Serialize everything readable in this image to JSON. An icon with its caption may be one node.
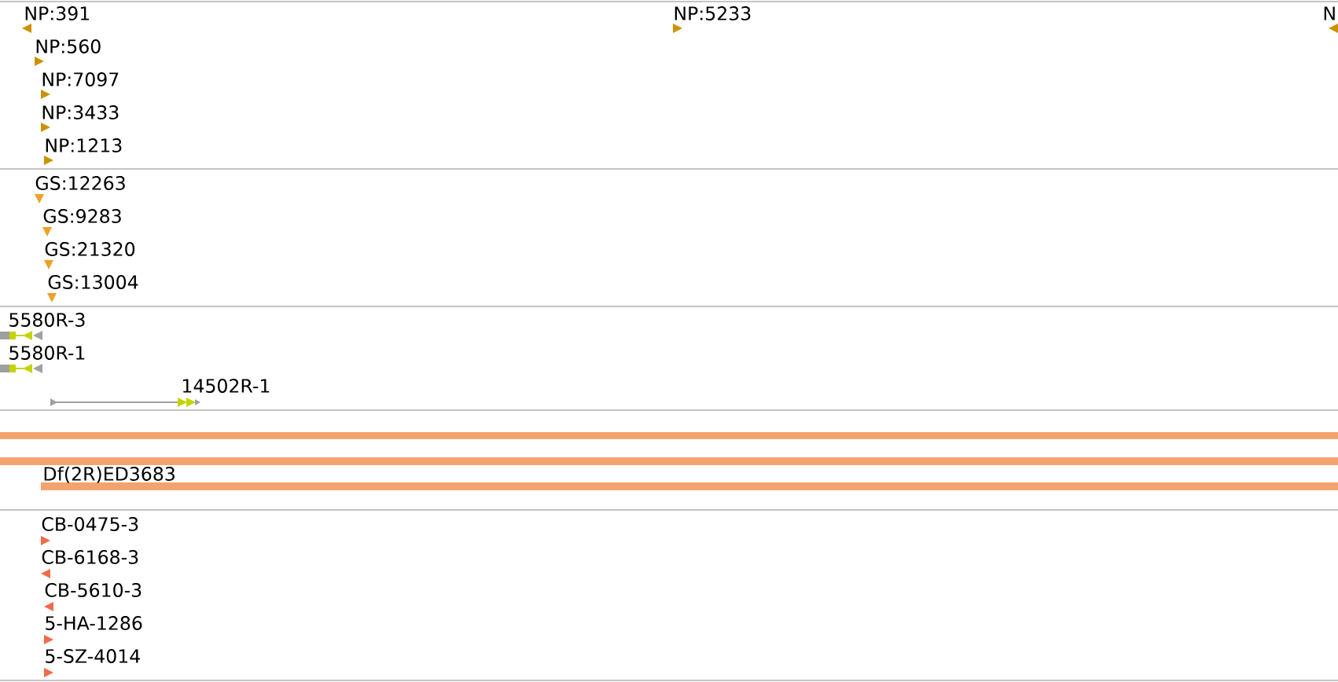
{
  "diagram": {
    "labels": [
      "NP:391",
      "NP:5233",
      "N",
      "NP:560",
      "NP:7097",
      "NP:3433",
      "NP:1213",
      "GS:12263",
      "GS:9283",
      "GS:21320",
      "GS:13004",
      "5580R-3",
      "5580R-1",
      "14502R-1",
      "Df(2R)ED3683",
      "CB-0475-3",
      "CB-6168-3",
      "CB-5610-3",
      "5-HA-1286",
      "5-SZ-4014"
    ]
  }
}
